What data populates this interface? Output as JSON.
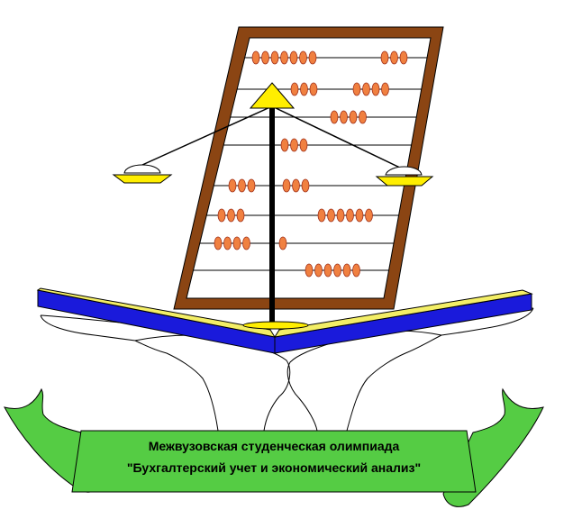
{
  "colors": {
    "frame": "#8b4513",
    "bead": "#f08040",
    "bead_outline": "#a0301a",
    "rod": "#000000",
    "scale_gold": "#ffee00",
    "book_blue": "#1a1adb",
    "book_yellow": "#f3ee66",
    "ribbon_green": "#55cc44",
    "background": "#ffffff"
  },
  "ribbon": {
    "line1": "Межвузовская студенческая олимпиада",
    "line2": "\"Бухгалтерский учет и экономический анализ\""
  },
  "abacus_rows": [
    {
      "groups": [
        7,
        3
      ]
    },
    {
      "groups": [
        3,
        4
      ]
    },
    {
      "groups": [
        4
      ]
    },
    {
      "groups": [
        3
      ]
    },
    {
      "groups": [
        3,
        3
      ]
    },
    {
      "groups": [
        3,
        6
      ]
    },
    {
      "groups": [
        4,
        1
      ]
    },
    {
      "groups": [
        6
      ]
    }
  ]
}
